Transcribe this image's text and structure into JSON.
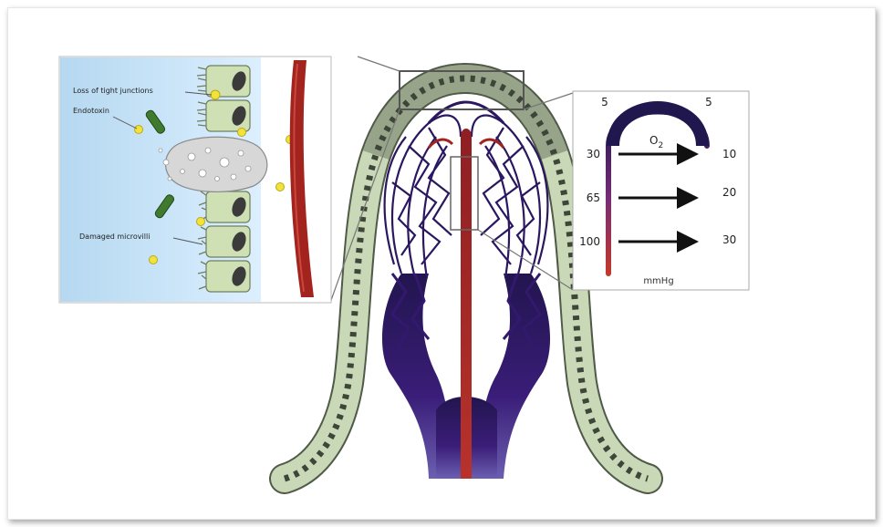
{
  "inset_left": {
    "labels": {
      "tight_junctions": "Loss of tight junctions",
      "endotoxin": "Endotoxin",
      "microvilli": "Damaged microvilli"
    }
  },
  "inset_right": {
    "top_left_value": "5",
    "top_right_value": "5",
    "gas_label": "O",
    "gas_subscript": "2",
    "arterial_values": [
      "30",
      "65",
      "100"
    ],
    "venous_values": [
      "10",
      "20",
      "30"
    ],
    "unit": "mmHg"
  },
  "colors": {
    "lumen": "#b8dcf3",
    "epithelium": "#c8d9b0",
    "artery": "#a3231f",
    "vein": "#2b1a63",
    "vein_light": "#4a90c9",
    "endotoxin": "#f2e23a"
  }
}
